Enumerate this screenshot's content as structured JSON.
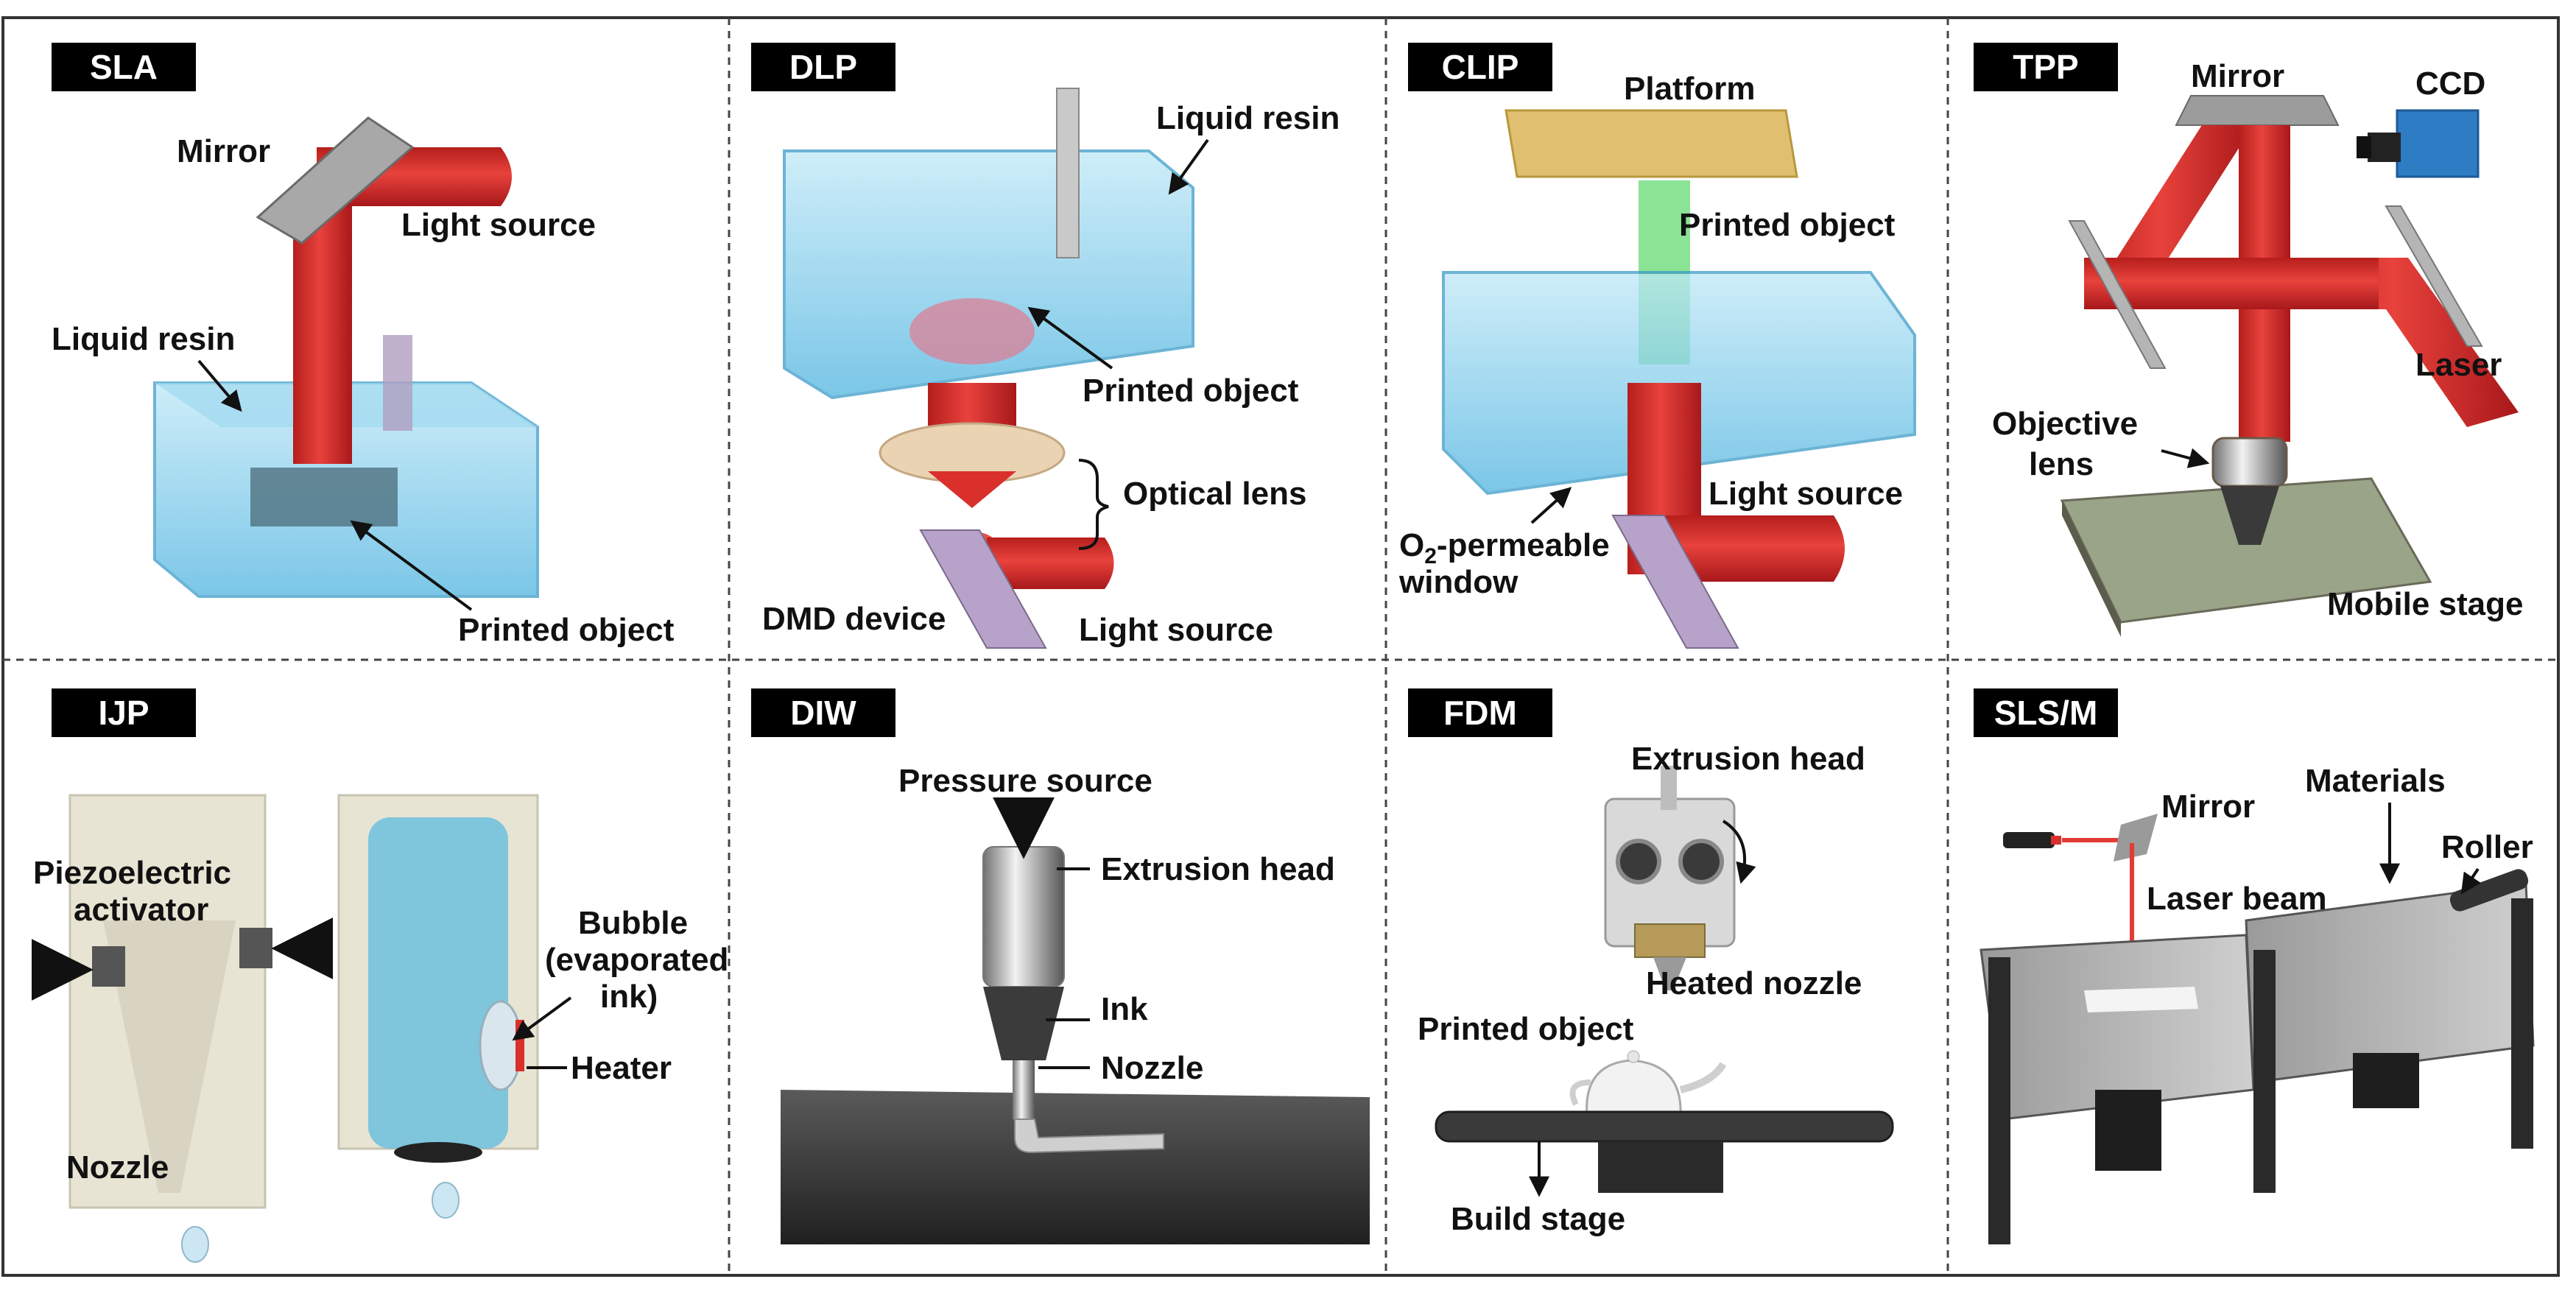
{
  "panels": {
    "sla": {
      "tag": "SLA",
      "mirror": "Mirror",
      "light_source": "Light source",
      "liquid_resin": "Liquid resin",
      "printed_object": "Printed object"
    },
    "dlp": {
      "tag": "DLP",
      "liquid_resin": "Liquid resin",
      "printed_object": "Printed object",
      "optical_lens": "Optical lens",
      "dmd_device": "DMD device",
      "light_source": "Light source"
    },
    "clip": {
      "tag": "CLIP",
      "platform": "Platform",
      "printed_object": "Printed object",
      "light_source": "Light source",
      "window_line1_prefix": "O",
      "window_line1_sub": "2",
      "window_line1_suffix": "-permeable",
      "window_line2": "window"
    },
    "tpp": {
      "tag": "TPP",
      "mirror": "Mirror",
      "ccd": "CCD",
      "laser": "Laser",
      "objective_line1": "Objective",
      "objective_line2": "lens",
      "mobile_stage": "Mobile stage"
    },
    "ijp": {
      "tag": "IJP",
      "piezo_line1": "Piezoelectric",
      "piezo_line2": "activator",
      "bubble_line1": "Bubble",
      "bubble_line2": "(evaporated",
      "bubble_line3": "ink)",
      "heater": "Heater",
      "nozzle": "Nozzle"
    },
    "diw": {
      "tag": "DIW",
      "pressure_source": "Pressure source",
      "extrusion_head": "Extrusion head",
      "ink": "Ink",
      "nozzle": "Nozzle"
    },
    "fdm": {
      "tag": "FDM",
      "extrusion_head": "Extrusion head",
      "heated_nozzle": "Heated nozzle",
      "printed_object": "Printed object",
      "build_stage": "Build stage"
    },
    "slsm": {
      "tag": "SLS/M",
      "mirror": "Mirror",
      "materials": "Materials",
      "roller": "Roller",
      "laser_beam": "Laser beam"
    }
  },
  "colors": {
    "resin_blue": "#6ec6e8",
    "laser_red": "#d9302c",
    "border": "#333333",
    "tag_bg": "#000000"
  }
}
